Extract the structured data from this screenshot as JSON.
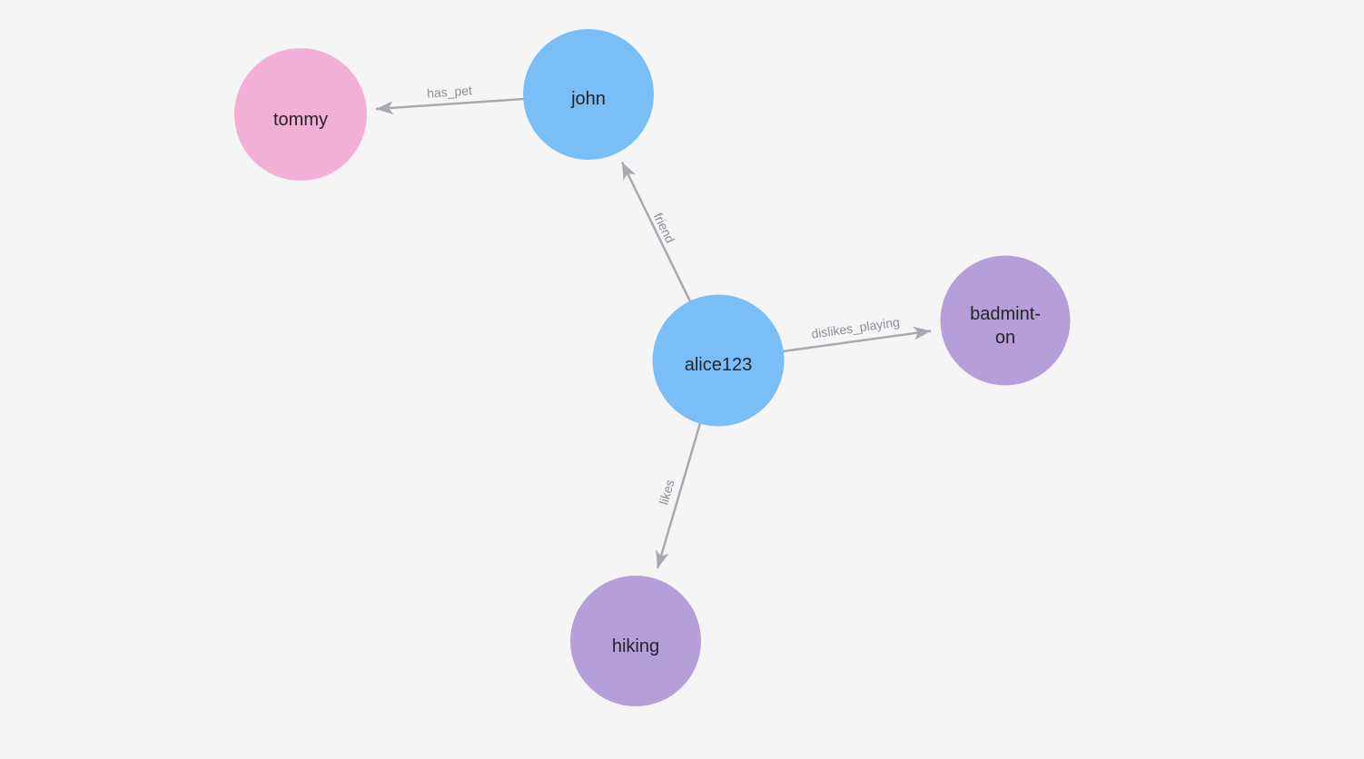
{
  "canvas": {
    "background": "#F5F5F6"
  },
  "graph": {
    "nodes": [
      {
        "id": "tommy",
        "label": "tommy",
        "color": "#F2B0D6"
      },
      {
        "id": "john",
        "label": "john",
        "color": "#7ABEF7"
      },
      {
        "id": "alice123",
        "label": "alice123",
        "color": "#7ABEF7"
      },
      {
        "id": "badminton",
        "label_line1": "badmint-",
        "label_line2": "on",
        "color": "#B69ED8"
      },
      {
        "id": "hiking",
        "label": "hiking",
        "color": "#B69ED8"
      }
    ],
    "edges": [
      {
        "source": "john",
        "target": "tommy",
        "label": "has_pet"
      },
      {
        "source": "alice123",
        "target": "john",
        "label": "friend"
      },
      {
        "source": "alice123",
        "target": "badminton",
        "label": "dislikes_playing"
      },
      {
        "source": "alice123",
        "target": "hiking",
        "label": "likes"
      }
    ],
    "node_style": {
      "label_color": "#212429"
    },
    "edge_style": {
      "line_color": "#A6A9B0",
      "label_color": "#8A8E96"
    }
  }
}
